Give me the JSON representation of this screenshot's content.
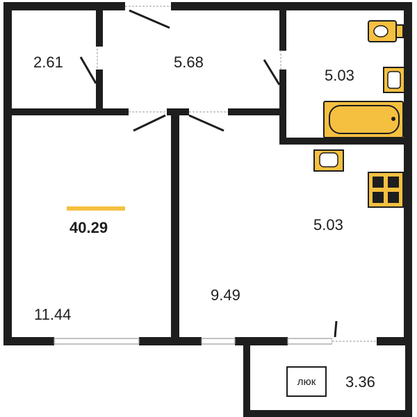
{
  "plan": {
    "total_area": "40.29",
    "accent_color": "#f5c040",
    "wall_color": "#1e1e1e",
    "rooms": [
      {
        "id": "storage",
        "area": "2.61"
      },
      {
        "id": "hall",
        "area": "5.68"
      },
      {
        "id": "bathroom",
        "area": "5.03"
      },
      {
        "id": "kitchen",
        "area": "5.03"
      },
      {
        "id": "living-room",
        "area": "9.49"
      },
      {
        "id": "bedroom",
        "area": "11.44"
      },
      {
        "id": "balcony",
        "area": "3.36"
      }
    ],
    "hatch_label": "люк",
    "icons": [
      "toilet-icon",
      "washbasin-icon",
      "bathtub-icon",
      "kitchen-sink-icon",
      "stove-icon"
    ]
  }
}
